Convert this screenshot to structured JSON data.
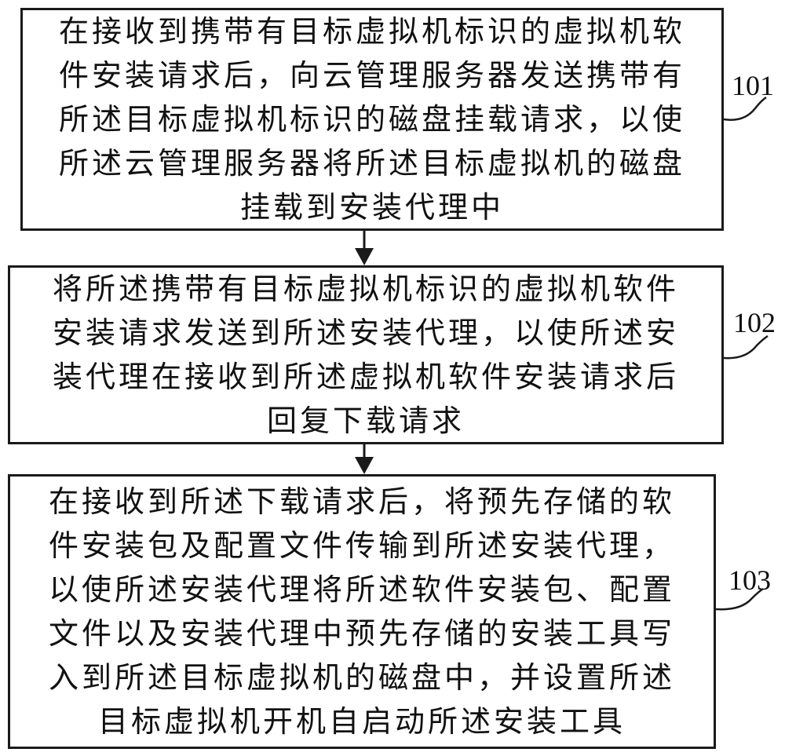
{
  "steps": [
    {
      "id": "101",
      "text": "在接收到携带有目标虚拟机标识的虚拟机软\n件安装请求后，向云管理服务器发送携带有\n所述目标虚拟机标识的磁盘挂载请求，以使\n所述云管理服务器将所述目标虚拟机的磁盘\n挂载到安装代理中"
    },
    {
      "id": "102",
      "text": "将所述携带有目标虚拟机标识的虚拟机软件\n安装请求发送到所述安装代理，以使所述安\n装代理在接收到所述虚拟机软件安装请求后\n回复下载请求"
    },
    {
      "id": "103",
      "text": "在接收到所述下载请求后，将预先存储的软\n件安装包及配置文件传输到所述安装代理，\n以使所述安装代理将所述软件安装包、配置\n文件以及安装代理中预先存储的安装工具写\n入到所述目标虚拟机的磁盘中，并设置所述\n目标虚拟机开机自启动所述安装工具"
    }
  ]
}
